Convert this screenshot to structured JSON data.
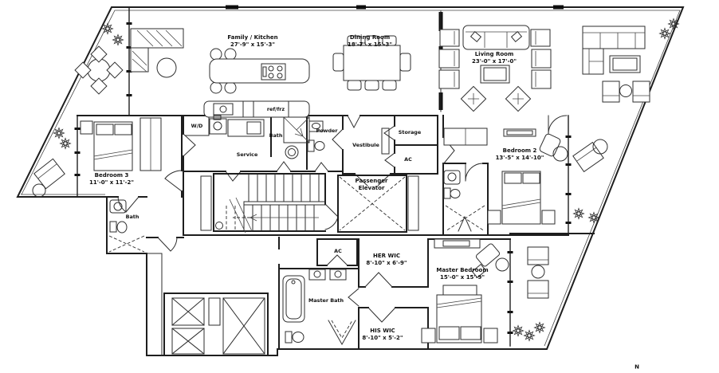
{
  "title": "Residential Unit Floor Plan",
  "colors": {
    "line": "#1e1e1e",
    "background": "#ffffff"
  },
  "compass": {
    "north": "N"
  },
  "rooms": {
    "family_kitchen": {
      "name": "Family / Kitchen",
      "dims": "27'-9\" x 15'-3\""
    },
    "dining_room": {
      "name": "Dining Room",
      "dims": "18'-7\" x 15'-3\""
    },
    "living_room": {
      "name": "Living Room",
      "dims": "23'-0\" x 17'-0\""
    },
    "bedroom_3": {
      "name": "Bedroom 3",
      "dims": "11'-0\" x 11'-2\""
    },
    "bedroom_2": {
      "name": "Bedroom 2",
      "dims": "13'-5\" x 14'-10\""
    },
    "master_bedroom": {
      "name": "Master Bedroom",
      "dims": "15'-0\" x 15'-9\""
    },
    "her_wic": {
      "name": "HER WIC",
      "dims": "8'-10\" x 6'-9\""
    },
    "his_wic": {
      "name": "HIS WIC",
      "dims": "8'-10\" x 5'-2\""
    },
    "master_bath": {
      "name": "Master Bath"
    },
    "bath_bedroom3": {
      "name": "Bath"
    },
    "bath_hall": {
      "name": "Bath"
    },
    "powder": {
      "name": "Powder"
    },
    "service": {
      "name": "Service"
    },
    "wd": {
      "name": "W/D"
    },
    "ref_frz": {
      "name": "ref/frz"
    },
    "vestibule": {
      "name": "Vestibule"
    },
    "storage": {
      "name": "Storage"
    },
    "ac_upper": {
      "name": "AC"
    },
    "ac_lower": {
      "name": "AC"
    },
    "passenger_elevator": {
      "line1": "Passenger",
      "line2": "Elevator"
    }
  }
}
